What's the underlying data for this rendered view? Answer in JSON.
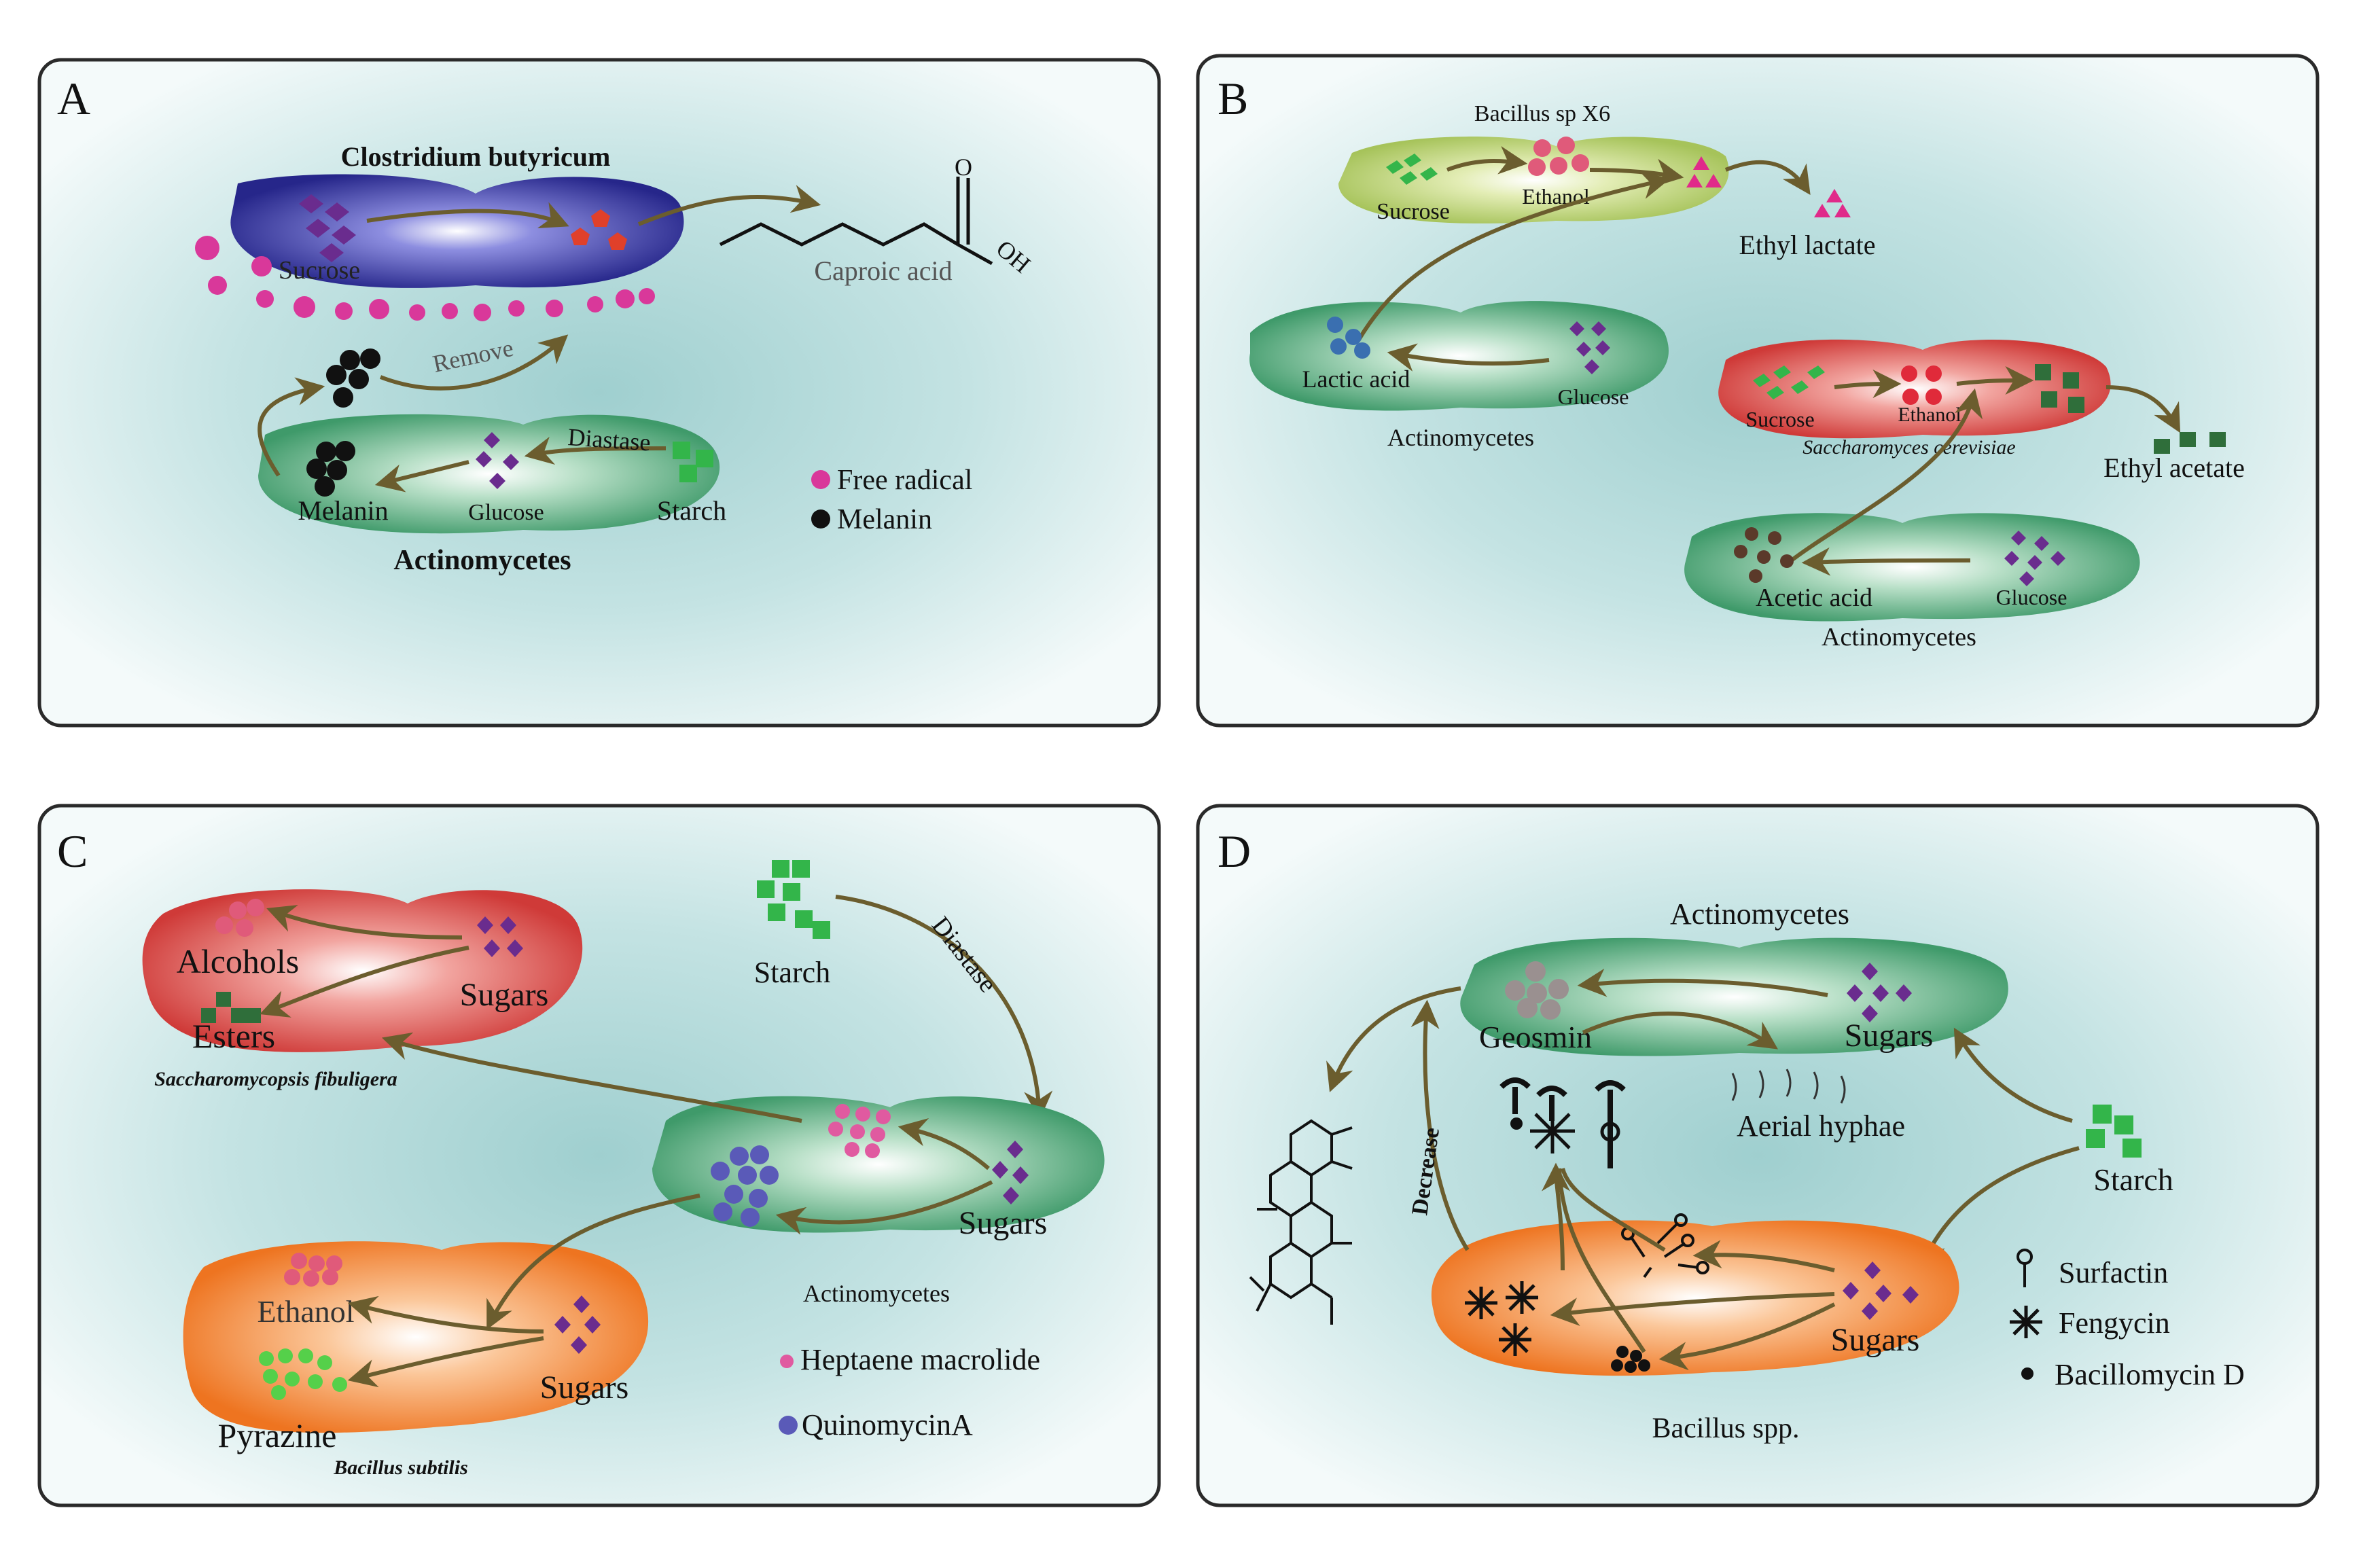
{
  "colors": {
    "panel_border": "#2a2a2a",
    "panel_bg_light": "#eef7f7",
    "panel_bg_teal": "#a9d3d3",
    "arrow": "#6b5d2e",
    "cell_green": "#2e8b57",
    "cell_purple": "#2b2a8c",
    "cell_red": "#d23b3b",
    "cell_orange": "#ee7a22",
    "cell_lime": "#a8c45a",
    "magenta": "#d9389a",
    "purple_dot": "#6a2c8e",
    "green_sq": "#33b54a",
    "dark_green_sq": "#2f6e3a",
    "red_dot": "#e02a3a",
    "pink_dot": "#e05a7a",
    "blue_dot": "#3a6fb0",
    "indigo_dot": "#5a5ab8",
    "black": "#111111",
    "brown_star": "#5b3a2a",
    "gray_dot": "#9a9090"
  },
  "panelA": {
    "letter": "A",
    "title_cb": "Clostridium butyricum",
    "sucrose": "Sucrose",
    "caproic": "Caproic acid",
    "oh": "OH",
    "o": "O",
    "remove": "Remove",
    "melanin": "Melanin",
    "glucose": "Glucose",
    "diastase": "Diastase",
    "starch": "Starch",
    "actino": "Actinomycetes",
    "legend_free_radical": "Free radical",
    "legend_melanin": "Melanin",
    "legend_icons": [
      "magenta-star-icon",
      "black-dot-icon"
    ]
  },
  "panelB": {
    "letter": "B",
    "bacillus": "Bacillus sp X6",
    "sucrose1": "Sucrose",
    "ethanol1": "Ethanol",
    "ethyl_lactate": "Ethyl lactate",
    "lactic_acid": "Lactic acid",
    "glucose1": "Glucose",
    "actino1": "Actinomycetes",
    "sucrose2": "Sucrose",
    "ethanol2": "Ethanol",
    "saccharomyces": "Saccharomyces cerevisiae",
    "ethyl_acetate": "Ethyl acetate",
    "acetic_acid": "Acetic acid",
    "glucose2": "Glucose",
    "actino2": "Actinomycetes"
  },
  "panelC": {
    "letter": "C",
    "alcohols": "Alcohols",
    "esters": "Esters",
    "sugars_top": "Sugars",
    "saccharomycopsis": "Saccharomycopsis fibuligera",
    "starch": "Starch",
    "diastase": "Diastase",
    "sugars_mid": "Sugars",
    "actino": "Actinomycetes",
    "ethanol": "Ethanol",
    "sugars_bottom": "Sugars",
    "pyrazine": "Pyrazine",
    "bacillus_subtilis": "Bacillus subtilis",
    "legend_heptaene": "Heptaene macrolide",
    "legend_quinomycin": "QuinomycinA",
    "legend_icons": [
      "pink-dot-icon",
      "indigo-dot-icon"
    ]
  },
  "panelD": {
    "letter": "D",
    "actino": "Actinomycetes",
    "geosmin": "Geosmin",
    "sugars_top": "Sugars",
    "aerial": "Aerial hyphae",
    "starch": "Starch",
    "decrease": "Decrease",
    "sugars_bottom": "Sugars",
    "bacillus_spp": "Bacillus spp.",
    "legend_surfactin": "Surfactin",
    "legend_fengycin": "Fengycin",
    "legend_bacillomycin": "Bacillomycin D",
    "legend_icons": [
      "surfactin-lollipop-icon",
      "fengycin-starburst-icon",
      "bacillomycin-dot-icon"
    ]
  }
}
